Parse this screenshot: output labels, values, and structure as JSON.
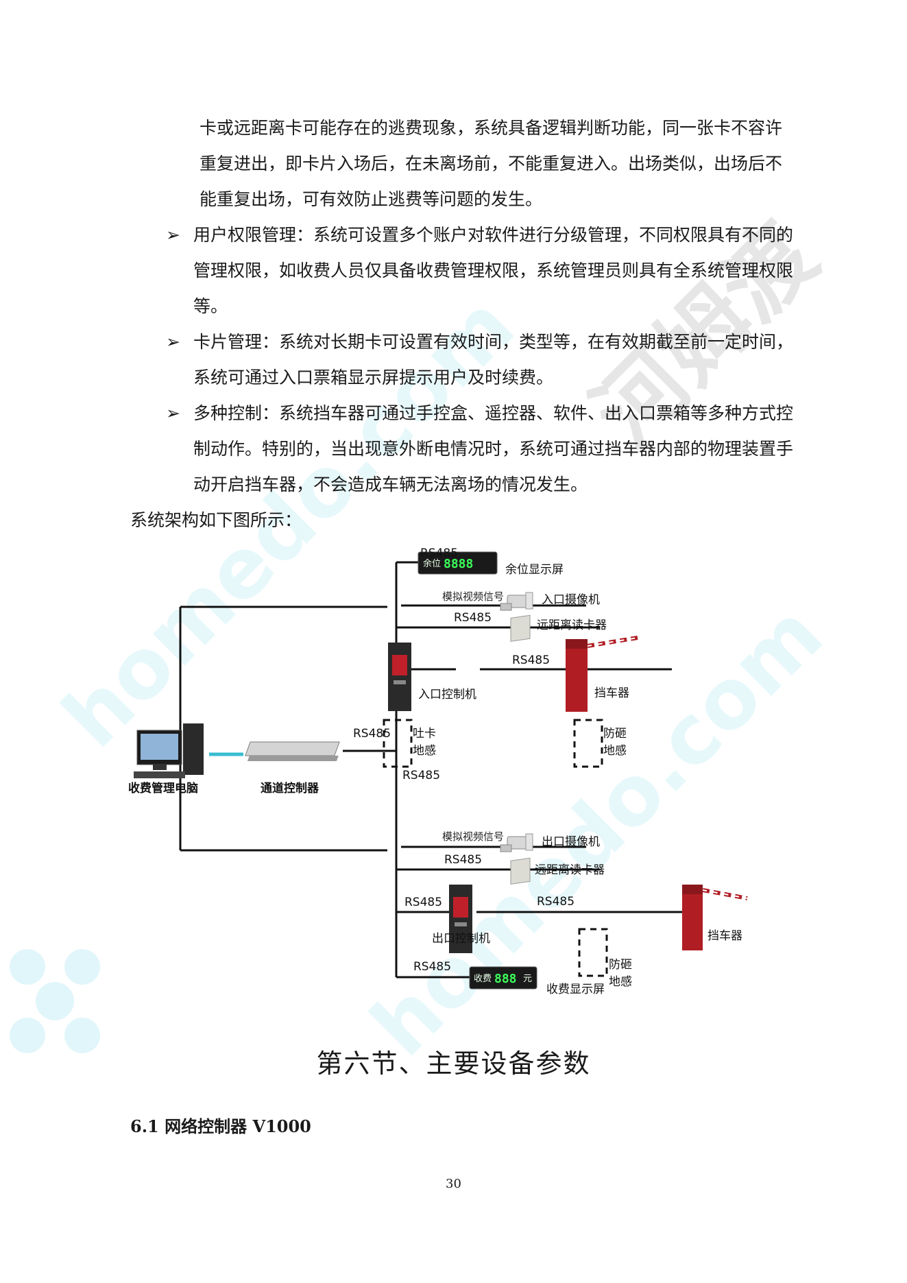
{
  "body": {
    "continuation": "卡或远距离卡可能存在的逃费现象，系统具备逻辑判断功能，同一张卡不容许重复进出，即卡片入场后，在未离场前，不能重复进入。出场类似，出场后不能重复出场，可有效防止逃费等问题的发生。",
    "bullet_marker": "➢",
    "bullets": [
      "用户权限管理：系统可设置多个账户对软件进行分级管理，不同权限具有不同的管理权限，如收费人员仅具备收费管理权限，系统管理员则具有全系统管理权限等。",
      "卡片管理：系统对长期卡可设置有效时间，类型等，在有效期截至前一定时间，系统可通过入口票箱显示屏提示用户及时续费。",
      "多种控制：系统挡车器可通过手控盒、遥控器、软件、出入口票箱等多种方式控制动作。特别的，当出现意外断电情况时，系统可通过挡车器内部的物理装置手动开启挡车器，不会造成车辆无法离场的情况发生。"
    ],
    "intro": "系统架构如下图所示："
  },
  "diagram": {
    "labels": {
      "rs485": "RS485",
      "analog_video": "模拟视频信号",
      "spare_display": "余位显示屏",
      "entry_camera": "入口摄像机",
      "long_range_reader": "远距离读卡器",
      "entry_controller": "入口控制机",
      "barrier": "挡车器",
      "ticket_loop_1": "吐卡",
      "ticket_loop_2": "地感",
      "anti_smash_1": "防砸",
      "anti_smash_2": "地感",
      "pc": "收费管理电脑",
      "channel_controller": "通道控制器",
      "exit_camera": "出口摄像机",
      "exit_controller": "出口控制机",
      "fee_display": "收费显示屏"
    },
    "led": {
      "spare_label": "余位",
      "spare_digits": "8888",
      "fee_label": "收费",
      "fee_digits": "888",
      "fee_unit": "元"
    }
  },
  "section_title": "第六节、主要设备参数",
  "subheading": "6.1  网络控制器 V1000",
  "page_number": "30",
  "watermark": {
    "cn": "河姆渡",
    "en": "homedo.com"
  }
}
